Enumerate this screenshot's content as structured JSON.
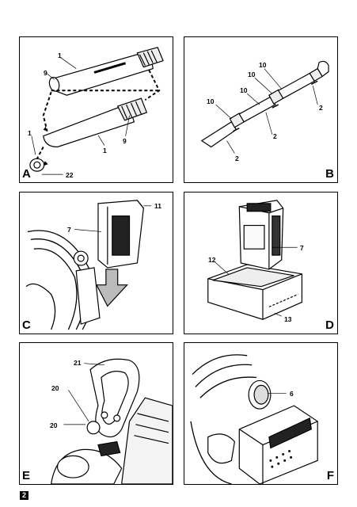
{
  "page_number": "2",
  "panels": {
    "A": {
      "letter": "A",
      "callouts": {
        "c1a": "1",
        "c9a": "9",
        "c9b": "9",
        "c1b": "1",
        "c1c": "1",
        "c22": "22"
      }
    },
    "B": {
      "letter": "B",
      "callouts": {
        "c10a": "10",
        "c10b": "10",
        "c10c": "10",
        "c10d": "10",
        "c2a": "2",
        "c2b": "2",
        "c2c": "2"
      }
    },
    "C": {
      "letter": "C",
      "callouts": {
        "c11": "11",
        "c7": "7"
      }
    },
    "D": {
      "letter": "D",
      "callouts": {
        "c7": "7",
        "c12": "12",
        "c13": "13"
      }
    },
    "E": {
      "letter": "E",
      "callouts": {
        "c21": "21",
        "c20a": "20",
        "c20b": "20"
      }
    },
    "F": {
      "letter": "F",
      "callouts": {
        "c6": "6"
      }
    }
  }
}
